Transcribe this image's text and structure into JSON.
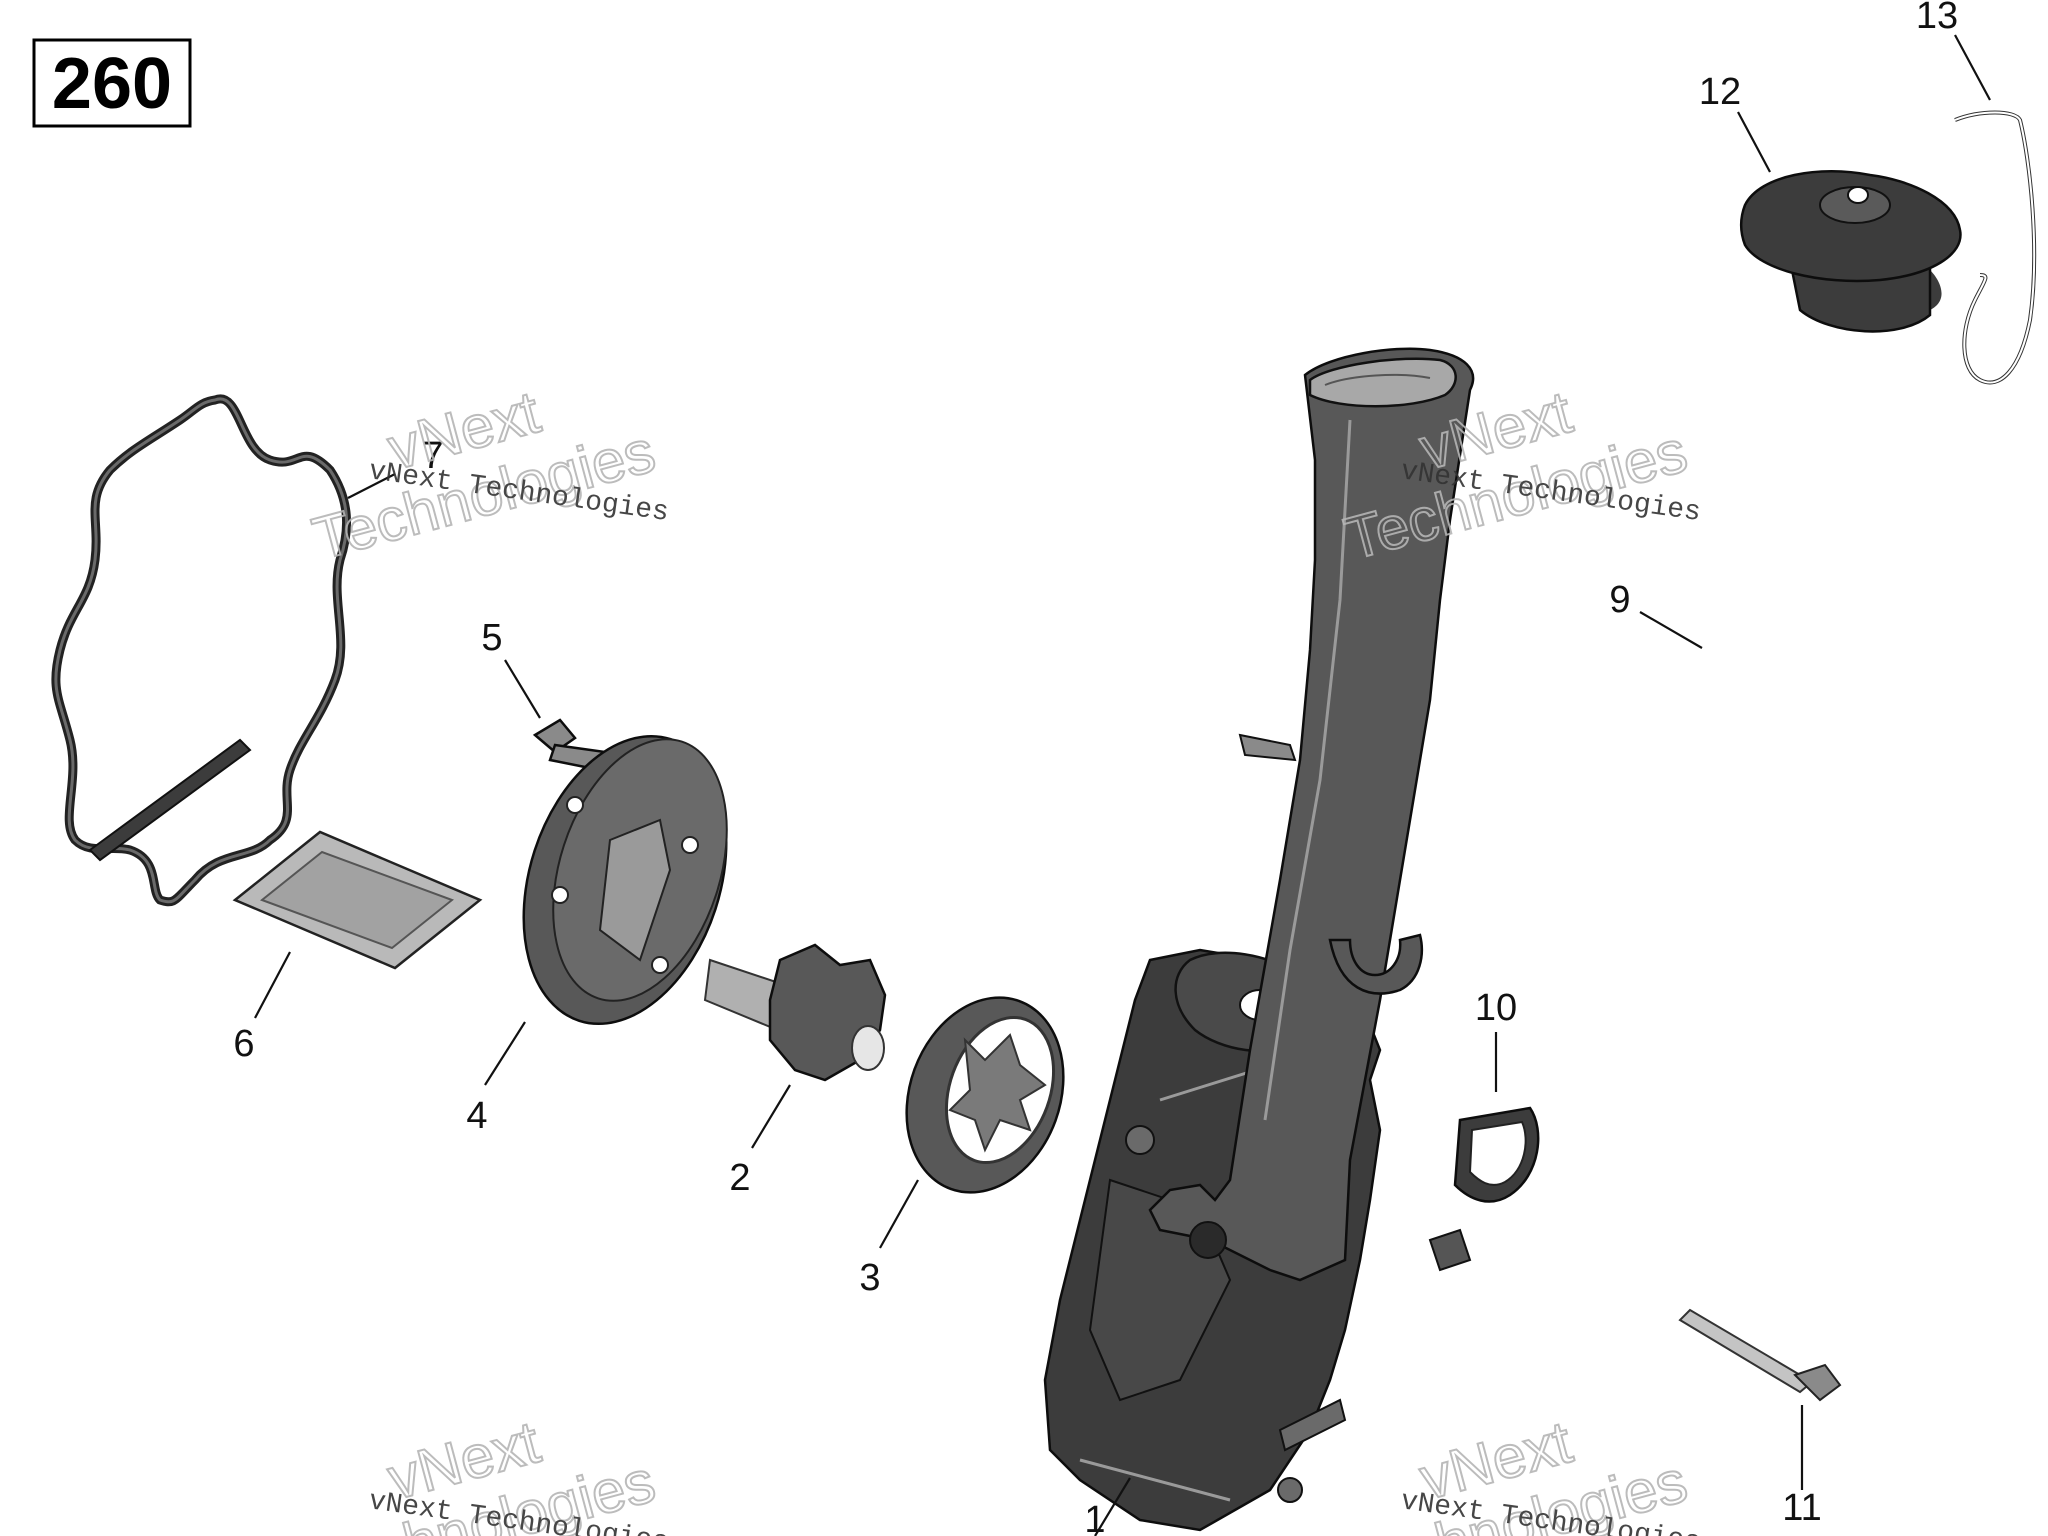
{
  "page_number": "260",
  "watermark": {
    "line": "vNext Technologies",
    "big_line_1": "vNext",
    "big_line_2": "Technologies"
  },
  "callouts": [
    {
      "id": "c1",
      "label": "1"
    },
    {
      "id": "c2",
      "label": "2"
    },
    {
      "id": "c3",
      "label": "3"
    },
    {
      "id": "c4",
      "label": "4"
    },
    {
      "id": "c5",
      "label": "5"
    },
    {
      "id": "c6",
      "label": "6"
    },
    {
      "id": "c7",
      "label": "7"
    },
    {
      "id": "c9",
      "label": "9"
    },
    {
      "id": "c10",
      "label": "10"
    },
    {
      "id": "c11",
      "label": "11"
    },
    {
      "id": "c12",
      "label": "12"
    },
    {
      "id": "c13",
      "label": "13"
    }
  ]
}
